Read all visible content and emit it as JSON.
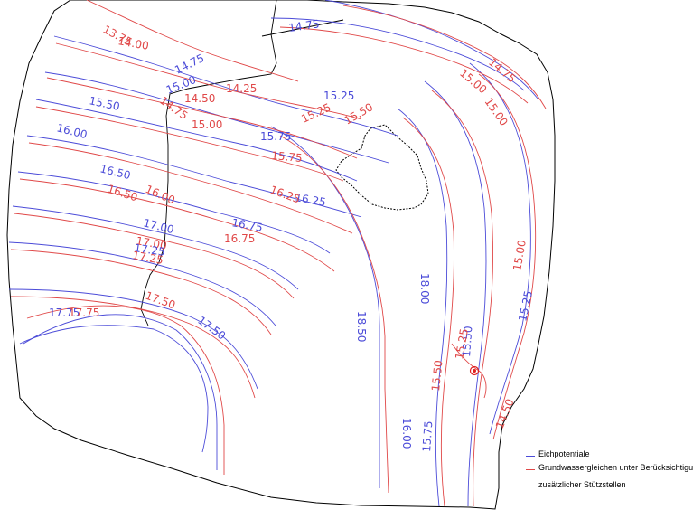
{
  "map": {
    "colors": {
      "eichpotentiale": "#4b4bd8",
      "grundwassergleichen": "#e04848",
      "boundary": "#000000",
      "well_marker": "#e02020"
    },
    "contour_values": [
      "13.75",
      "14.00",
      "14.25",
      "14.50",
      "14.75",
      "15.00",
      "15.25",
      "15.50",
      "15.75",
      "16.00",
      "16.25",
      "16.50",
      "16.75",
      "17.00",
      "17.25",
      "17.50",
      "17.75",
      "18.00",
      "18.50"
    ],
    "labels": {
      "l01": "13.75",
      "l02": "14.00",
      "l03": "14.75",
      "l04": "14.75",
      "l05": "15.00",
      "l06": "14.50",
      "l07": "14.25",
      "l08": "14.75",
      "l09": "15.50",
      "l10": "15.00",
      "l11": "15.25",
      "l12": "15.25",
      "l13": "15.50",
      "l14": "16.00",
      "l15": "15.75",
      "l16": "15.75",
      "l17": "16.50",
      "l18": "16.50",
      "l19": "16.00",
      "l20": "16.25",
      "l21": "16.25",
      "l22": "17.00",
      "l23": "16.75",
      "l24": "16.75",
      "l25": "17.00",
      "l26": "17.25",
      "l27": "17.25",
      "l28": "17.50",
      "l29": "17.75",
      "l30": "17.75",
      "l31": "17.50",
      "l32": "18.50",
      "l33": "18.00",
      "l34": "16.00",
      "l35": "15.75",
      "l36": "15.50",
      "l37": "15.50",
      "l38": "15.25",
      "l39": "15.25",
      "l40": "15.00",
      "l41": "14.50",
      "l42": "14.75",
      "l43": "15.00",
      "l44": "15.00"
    }
  },
  "legend": {
    "items": [
      {
        "label": "Eichpotentiale"
      },
      {
        "label": "Grundwassergleichen unter Berücksichtigung"
      },
      {
        "label": "zusätzlicher Stützstellen"
      }
    ]
  }
}
